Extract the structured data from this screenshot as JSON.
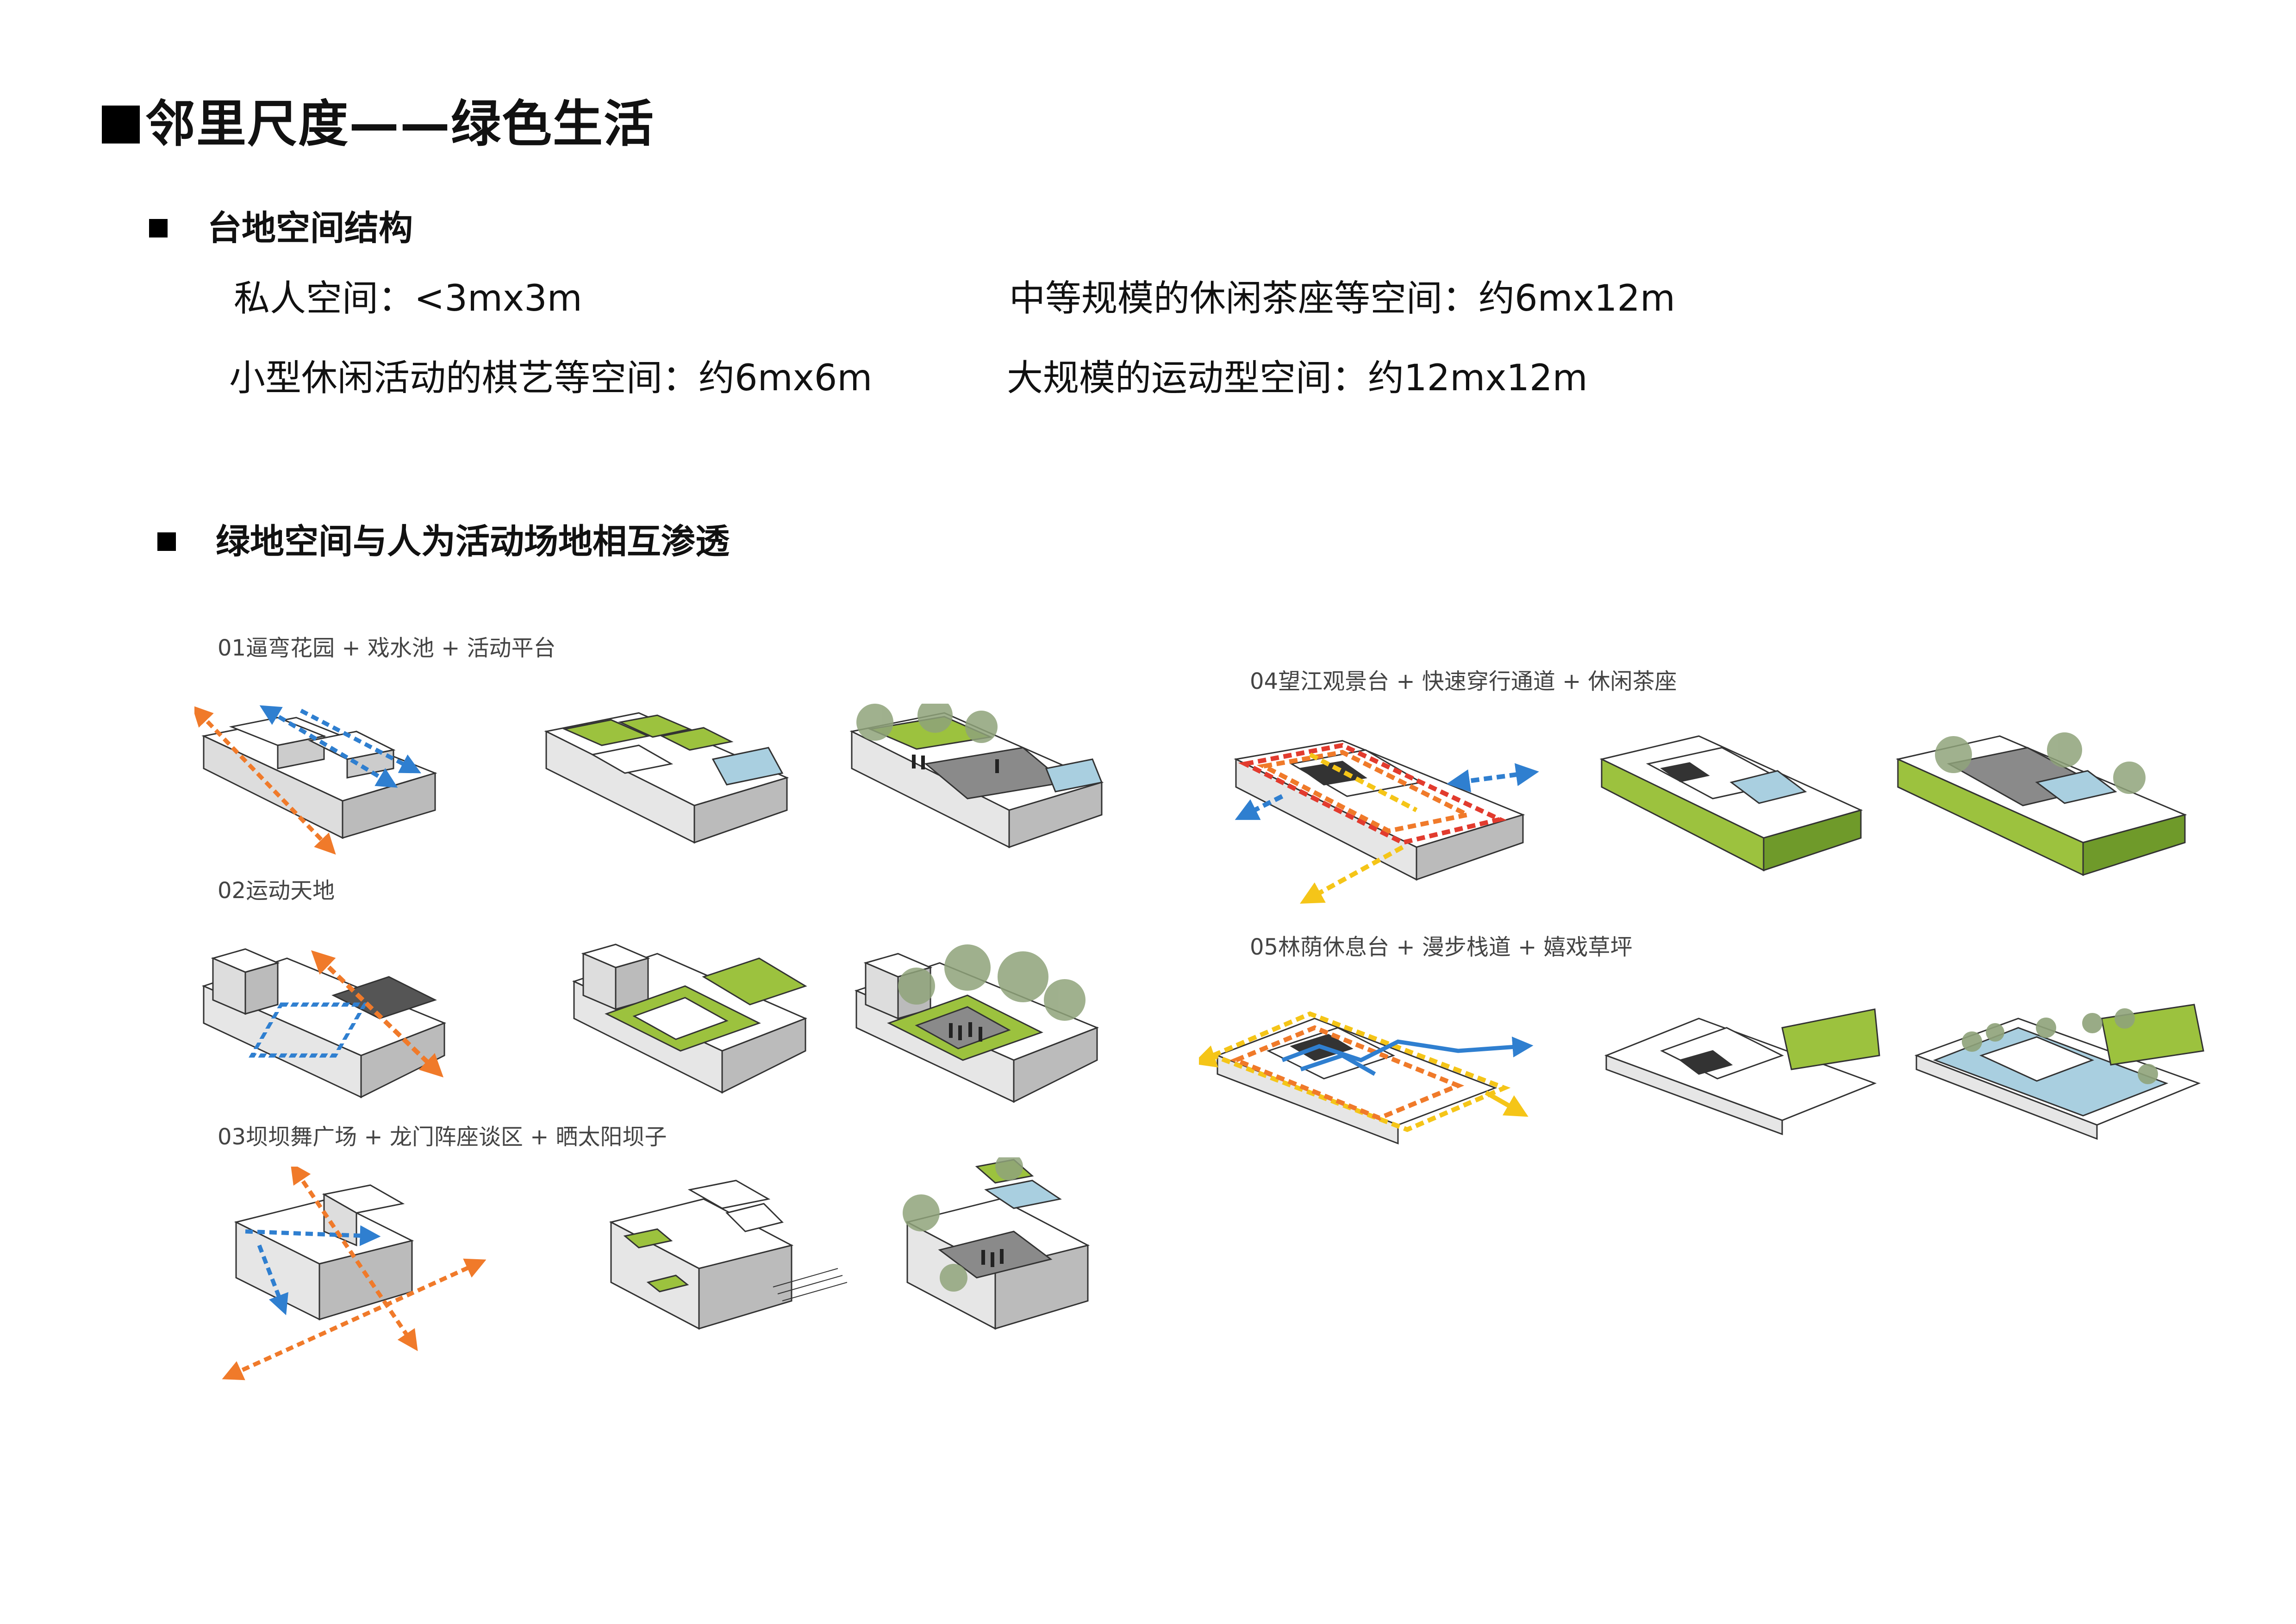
{
  "header": {
    "title": "邻里尺度——绿色生活"
  },
  "section1": {
    "heading": "台地空间结构",
    "specs": [
      "私人空间：<3mx3m",
      "中等规模的休闲茶座等空间：约6mx12m",
      "小型休闲活动的棋艺等空间：约6mx6m",
      "大规模的运动型空间：约12mx12m"
    ]
  },
  "section2": {
    "heading": "绿地空间与人为活动场地相互渗透"
  },
  "groups": [
    {
      "label": "01逼弯花园 + 戏水池 + 活动平台"
    },
    {
      "label": "02运动天地"
    },
    {
      "label": "03坝坝舞广场 + 龙门阵座谈区 + 晒太阳坝子"
    },
    {
      "label": "04望江观景台 + 快速穿行通道 + 休闲茶座"
    },
    {
      "label": "05林荫休息台 + 漫步栈道 + 嬉戏草坪"
    }
  ],
  "colors": {
    "grass": "#9cc23e",
    "grass_dark": "#6f9a2a",
    "water": "#a9cfe0",
    "paving": "#8a8a8a",
    "circulation_orange": "#f07a2a",
    "circulation_blue": "#2f7fd0",
    "circulation_yellow": "#f5c518",
    "circulation_red": "#e23b2e",
    "tree": "#8fa37a"
  },
  "icons": {
    "diagram_types": [
      "circulation-diagram",
      "green-layer-diagram",
      "rendered-diagram"
    ]
  }
}
